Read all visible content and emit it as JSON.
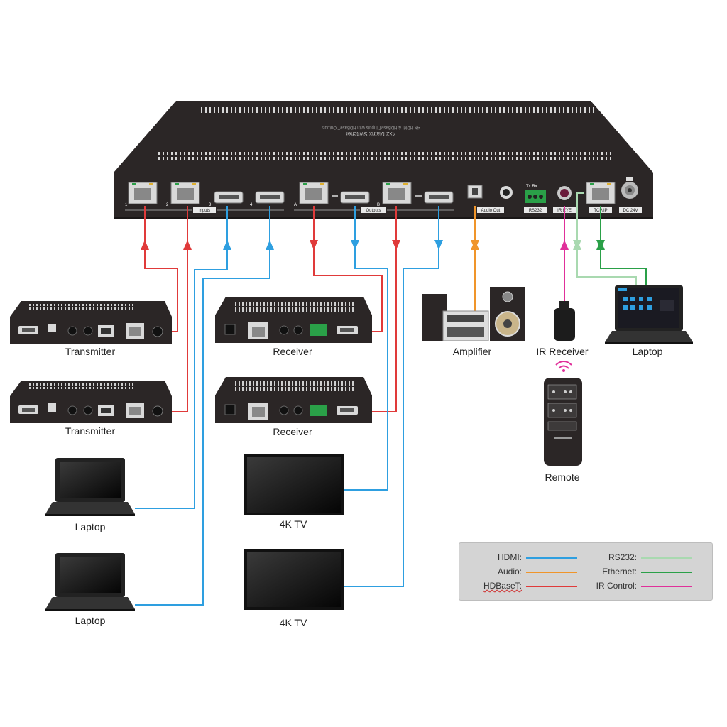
{
  "switcher": {
    "title": "4x2 Matrix Switcher",
    "subtitle": "4K HDMI & HDBaseT Inputs with HDBaseT Outputs",
    "port_labels": {
      "in1": "1",
      "in2": "2",
      "in3": "3",
      "in4": "4",
      "inputs": "Inputs",
      "outA": "A",
      "outB": "B",
      "outputs": "Outputs",
      "audio_out": "Audio Out",
      "rs232": "RS232",
      "txrx": "Tx  Rx",
      "ir_eye": "IR EYE",
      "tcpip": "TCP/IP",
      "dc": "DC 24V"
    }
  },
  "devices": {
    "transmitter_1": "Transmitter",
    "transmitter_2": "Transmitter",
    "receiver_1": "Receiver",
    "receiver_2": "Receiver",
    "laptop_1": "Laptop",
    "laptop_2": "Laptop",
    "tv_1": "4K TV",
    "tv_2": "4K TV",
    "amplifier": "Amplifier",
    "ir_receiver": "IR Receiver",
    "laptop_control": "Laptop",
    "remote": "Remote"
  },
  "legend": {
    "hdmi": "HDMI:",
    "audio": "Audio:",
    "hdbaset": "HDBaseT:",
    "rs232": "RS232:",
    "ethernet": "Ethernet:",
    "ir_control": "IR Control:"
  },
  "colors": {
    "hdmi": "#2e9fe0",
    "audio": "#f0952a",
    "hdbaset": "#e03a3a",
    "rs232": "#a9d9b0",
    "ethernet": "#2aa048",
    "ir_control": "#e0309a",
    "device_body": "#2b2626"
  }
}
